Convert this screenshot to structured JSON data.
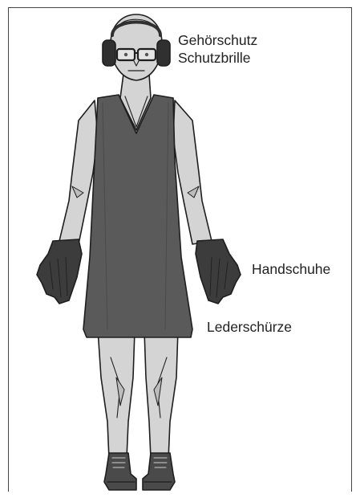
{
  "labels": {
    "hearing_protection": "Gehörschutz",
    "safety_glasses": "Schutzbrille",
    "gloves": "Handschuhe",
    "leather_apron": "Lederschürze"
  },
  "colors": {
    "outline": "#1e1e1e",
    "skin": "#d4d4d4",
    "skin_shadow": "#bcbcbc",
    "apron": "#5a5a5a",
    "gloves": "#3c3c3c",
    "earmuffs": "#303030",
    "boots": "#4a4a4a"
  }
}
